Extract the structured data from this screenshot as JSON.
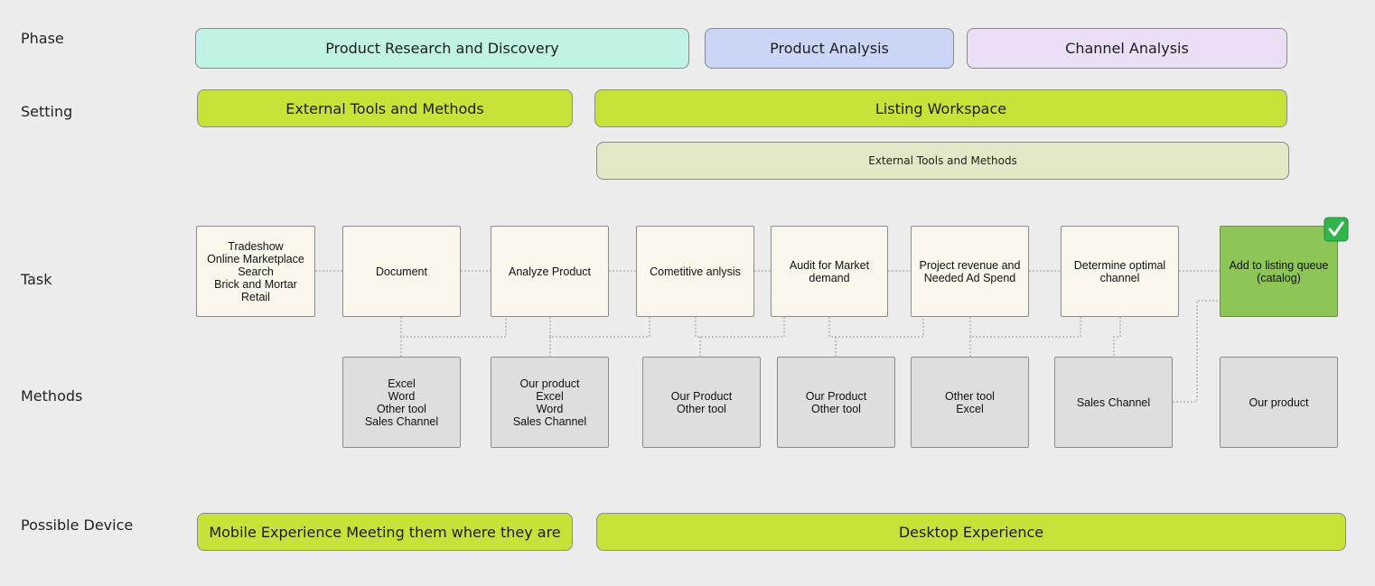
{
  "rows": {
    "phase": "Phase",
    "setting": "Setting",
    "task": "Task",
    "methods": "Methods",
    "device": "Possible Device"
  },
  "phases": [
    {
      "label": "Product Research and Discovery",
      "color": "#c0f2e6"
    },
    {
      "label": "Product Analysis",
      "color": "#cbd6f7"
    },
    {
      "label": "Channel Analysis",
      "color": "#eadff6"
    }
  ],
  "settings": [
    {
      "label": "External Tools and Methods",
      "color": "#c8e23a"
    },
    {
      "label": "Listing Workspace",
      "color": "#c8e23a"
    },
    {
      "label": "External Tools and Methods",
      "color": "#e3e9c7"
    }
  ],
  "tasks": [
    {
      "label": "Tradeshow\nOnline Marketplace\nSearch\nBrick and Mortar\nRetail"
    },
    {
      "label": "Document"
    },
    {
      "label": "Analyze Product"
    },
    {
      "label": "Cometitive anlysis"
    },
    {
      "label": "Audit for Market\ndemand"
    },
    {
      "label": "Project revenue and\nNeeded Ad Spend"
    },
    {
      "label": "Determine optimal\nchannel"
    },
    {
      "label": "Add to listing queue\n(catalog)",
      "completed": true,
      "status_icon": "check-icon"
    }
  ],
  "methods": [
    {
      "label": "Excel\nWord\nOther tool\nSales Channel"
    },
    {
      "label": "Our product\nExcel\nWord\nSales Channel"
    },
    {
      "label": "Our Product\nOther tool"
    },
    {
      "label": "Our Product\nOther tool"
    },
    {
      "label": "Other tool\nExcel"
    },
    {
      "label": "Sales Channel"
    },
    {
      "label": "Our product"
    }
  ],
  "devices": [
    {
      "label": "Mobile Experience Meeting them where they are",
      "color": "#c8e23a"
    },
    {
      "label": "Desktop Experience",
      "color": "#c8e23a"
    }
  ],
  "colors": {
    "background": "#ececec",
    "task_fill": "#fbf7ec",
    "method_fill": "#dedede",
    "done_fill": "#8dc657",
    "check_green": "#2fb54a"
  }
}
